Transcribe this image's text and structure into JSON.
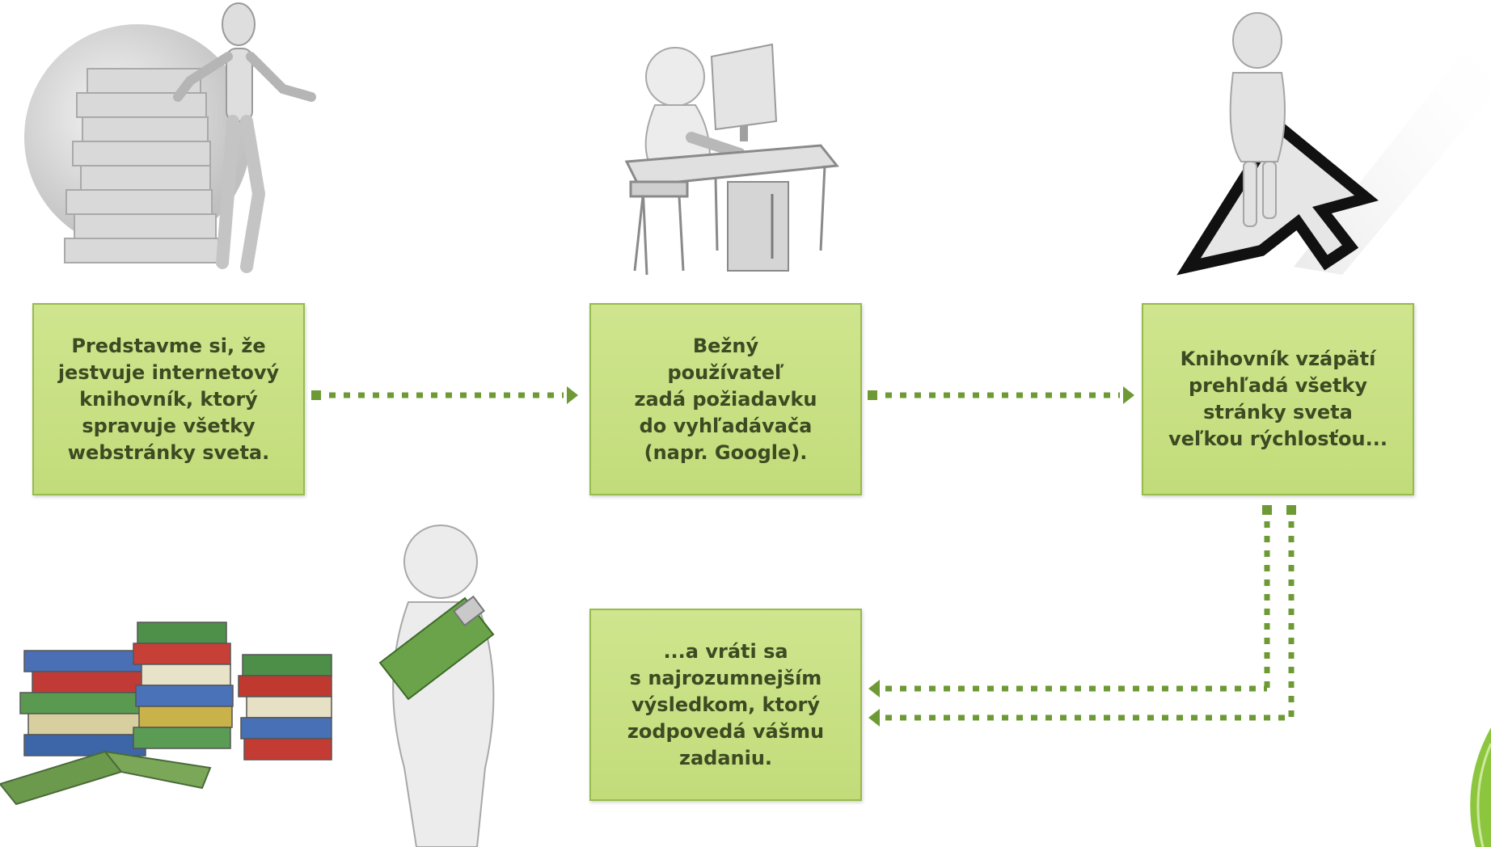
{
  "diagram": {
    "steps": [
      {
        "id": "step-1",
        "text": "Predstavme si, že\njestvuje internetový\nknihovník, ktorý\nspravuje všetky\nwebstránky sveta."
      },
      {
        "id": "step-2",
        "text": "Bežný\npoužívateľ\nzadá požiadavku\ndo vyhľadávača\n(napr. Google)."
      },
      {
        "id": "step-3",
        "text": "Knihovník vzápätí\nprehľadá všetky\nstránky sveta\nveľkou rýchlosťou..."
      },
      {
        "id": "step-4",
        "text": "...a vráti sa\ns najrozumnejším\nvýsledkom, ktorý\nzodpovedá vášmu\nzadaniu."
      }
    ],
    "colors": {
      "box_fill": "#c8e083",
      "box_border": "#97bb4c",
      "arrow": "#6e9a35",
      "text": "#3d4a22"
    },
    "illustrations": [
      "librarian-with-books-and-globe-illustration",
      "user-at-computer-illustration",
      "figure-riding-cursor-illustration",
      "books-and-figure-with-usb-illustration"
    ]
  }
}
